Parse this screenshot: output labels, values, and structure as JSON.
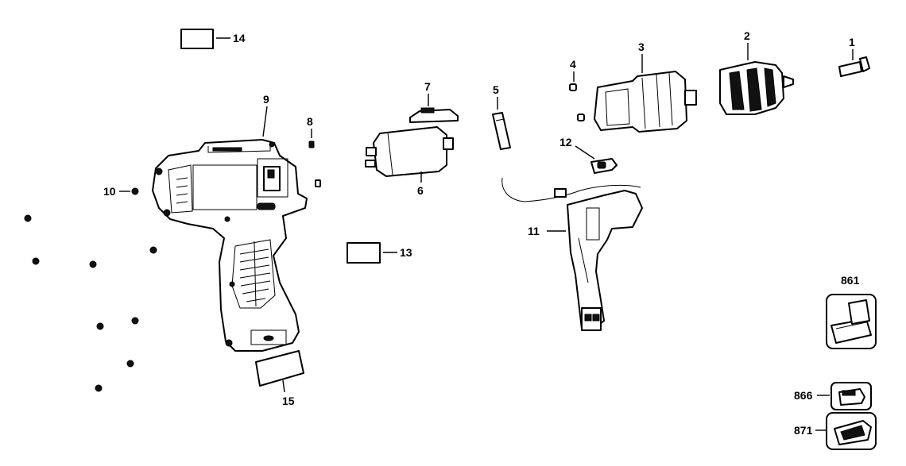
{
  "callouts": {
    "p1": "1",
    "p2": "2",
    "p3": "3",
    "p4": "4",
    "p5": "5",
    "p6": "6",
    "p7": "7",
    "p8": "8",
    "p9": "9",
    "p10": "10",
    "p11": "11",
    "p12": "12",
    "p13": "13",
    "p14": "14",
    "p15": "15",
    "p861": "861",
    "p866": "866",
    "p871": "871"
  },
  "colors": {
    "ink": "#000000",
    "paper": "#ffffff"
  }
}
